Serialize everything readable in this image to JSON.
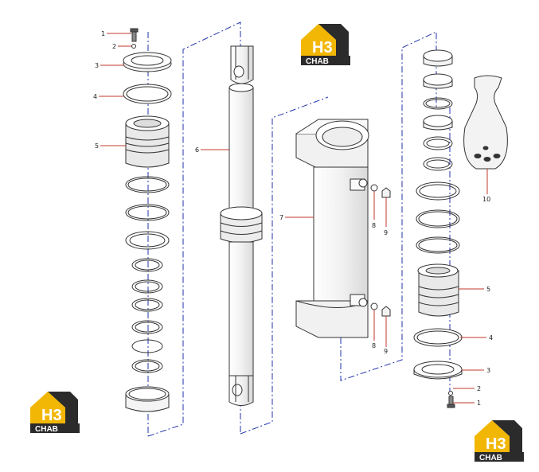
{
  "logo": {
    "mark": "H3",
    "word": "CHAB",
    "colors": {
      "yellow": "#f2b705",
      "dark": "#2b2b2b"
    }
  },
  "colors": {
    "leader": "#c0392b",
    "guide": "#2233aa",
    "outline": "#333333",
    "part_fill": "#f4f4f4"
  },
  "labels": {
    "screw": "1",
    "washer": "2",
    "nut": "3",
    "ring": "4",
    "head": "5",
    "rod": "6",
    "barrel": "7",
    "grease_washer": "8",
    "grease_nipple": "9",
    "pouch": "10"
  }
}
